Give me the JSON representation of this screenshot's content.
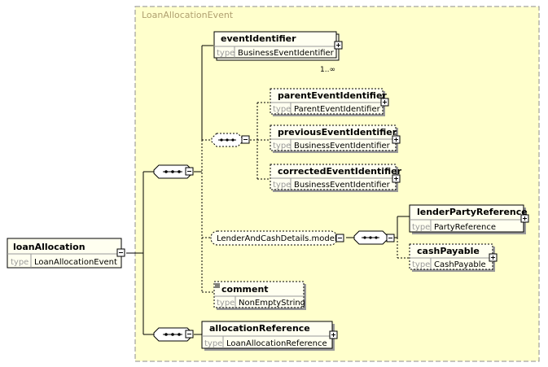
{
  "container": {
    "title": "LoanAllocationEvent"
  },
  "root": {
    "name": "loanAllocation",
    "type_key": "type",
    "type_value": "LoanAllocationEvent"
  },
  "elements": {
    "event_identifier": {
      "name": "eventIdentifier",
      "type_key": "type",
      "type_value": "BusinessEventIdentifier",
      "occurrence": "1..∞"
    },
    "parent_event_identifier": {
      "name": "parentEventIdentifier",
      "type_key": "type",
      "type_value": "ParentEventIdentifier"
    },
    "previous_event_identifier": {
      "name": "previousEventIdentifier",
      "type_key": "type",
      "type_value": "BusinessEventIdentifier"
    },
    "corrected_event_identifier": {
      "name": "correctedEventIdentifier",
      "type_key": "type",
      "type_value": "BusinessEventIdentifier"
    },
    "lender_party_reference": {
      "name": "lenderPartyReference",
      "type_key": "type",
      "type_value": "PartyReference"
    },
    "cash_payable": {
      "name": "cashPayable",
      "type_key": "type",
      "type_value": "CashPayable"
    },
    "comment": {
      "name": "comment",
      "type_key": "type",
      "type_value": "NonEmptyString"
    },
    "allocation_reference": {
      "name": "allocationReference",
      "type_key": "type",
      "type_value": "LoanAllocationReference"
    }
  },
  "groups": {
    "lender_and_cash": {
      "name": "LenderAndCashDetails.model"
    }
  }
}
